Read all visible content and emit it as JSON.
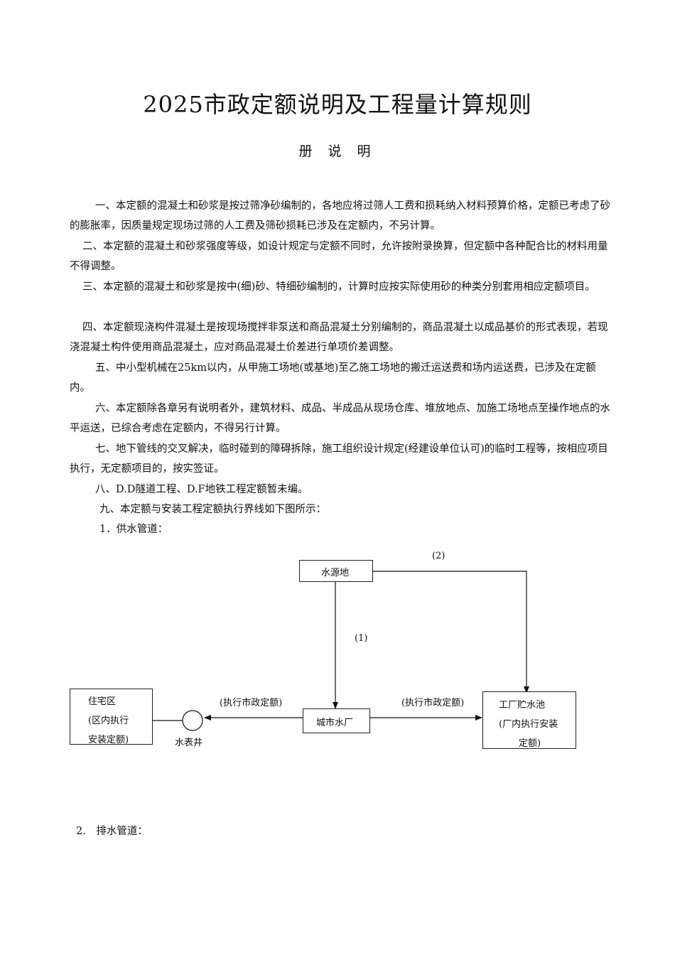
{
  "title": "2025市政定额说明及工程量计算规则",
  "subtitle": "册 说 明",
  "paragraphs": [
    "一、本定额的混凝土和砂浆是按过筛净砂编制的，各地应将过筛人工费和损耗纳入材料预算价格，定额已考虑了砂的膨胀率，因质量规定现场过筛的人工费及筛砂损耗已涉及在定额内，不另计算。",
    "二、本定额的混凝土和砂浆强度等级，如设计规定与定额不同时，允许按附录换算，但定额中各种配合比的材料用量不得调整。",
    "三、本定额的混凝土和砂浆是按中(细)砂、特细砂编制的，计算时应按实际使用砂的种类分别套用相应定额项目。",
    "四、本定额现浇构件混凝土是按现场搅拌非泵送和商品混凝土分别编制的，商品混凝土以成品基价的形式表现，若现浇混凝土构件使用商品混凝土，应对商品混凝土价差进行单项价差调整。",
    "五、中小型机械在25km以内，从甲施工场地(或基地)至乙施工场地的搬迁运送费和场内运送费，已涉及在定额内。",
    "六、本定额除各章另有说明者外，建筑材料、成品、半成品从现场仓库、堆放地点、加施工场地点至操作地点的水平运送，已综合考虑在定额内，不得另行计算。",
    "七、地下管线的交叉解决，临时碰到的障碍拆除，施工组织设计规定(经建设单位认可)的临时工程等，按相应项目执行，无定额项目的，按实签证。",
    "八、D.D隧道工程、D.F地铁工程定额暂未编。",
    "九、本定额与安装工程定额执行界线如下图所示：",
    "1．供水管道："
  ],
  "diagram": {
    "water_source": "水源地",
    "city_plant": "城市水厂",
    "residential_line1": "住宅区",
    "residential_line2": "(区内执行",
    "residential_line3": "安装定额)",
    "factory_line1": "工厂贮水池",
    "factory_line2": "(厂内执行安装",
    "factory_line3": "定额)",
    "meter_well": "水表井",
    "label_1": "(1)",
    "label_2": "(2)",
    "exec_left": "(执行市政定额)",
    "exec_right": "(执行市政定额)"
  },
  "section2": "2.　排水管道："
}
